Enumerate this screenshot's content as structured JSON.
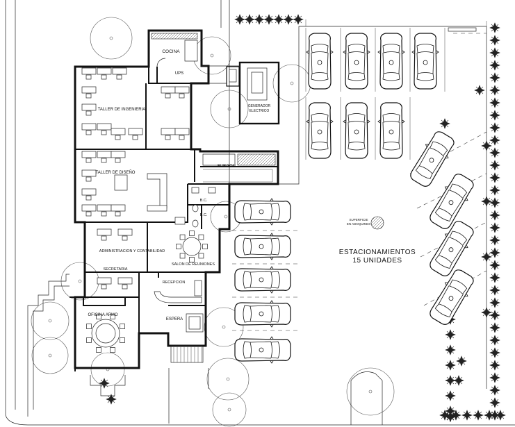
{
  "rooms": {
    "cocina": "COCINA",
    "ups": "UPS",
    "taller_ingenieria": "TALLER DE INGENIERIA",
    "generador": "GENERADOR ELECTRICO",
    "taller_diseno": "TALLER DE DISEÑO",
    "furgon": "FURGON",
    "bc1": "B.C.",
    "bc2": "B.C.",
    "administracion": "ADMINISTRACION Y CONTABILIDAD",
    "salon": "SALON DE REUNIONES",
    "secretaria": "SECRETARIA",
    "recepcion": "RECEPCION",
    "oficina": "OFICINA APMO",
    "espera": "ESPERA"
  },
  "parking": {
    "title": "ESTACIONAMIENTOS",
    "subtitle": "15 UNIDADES",
    "note_line1": "SUPERFICIE",
    "note_line2": "EN ADOQUINES"
  },
  "colors": {
    "ink": "#111111",
    "paper": "#ffffff",
    "vegetation": "#444444"
  },
  "icons": [
    "tree-canopy-icon",
    "palm-shrub-icon",
    "car-top-view-icon",
    "meeting-table-icon"
  ]
}
